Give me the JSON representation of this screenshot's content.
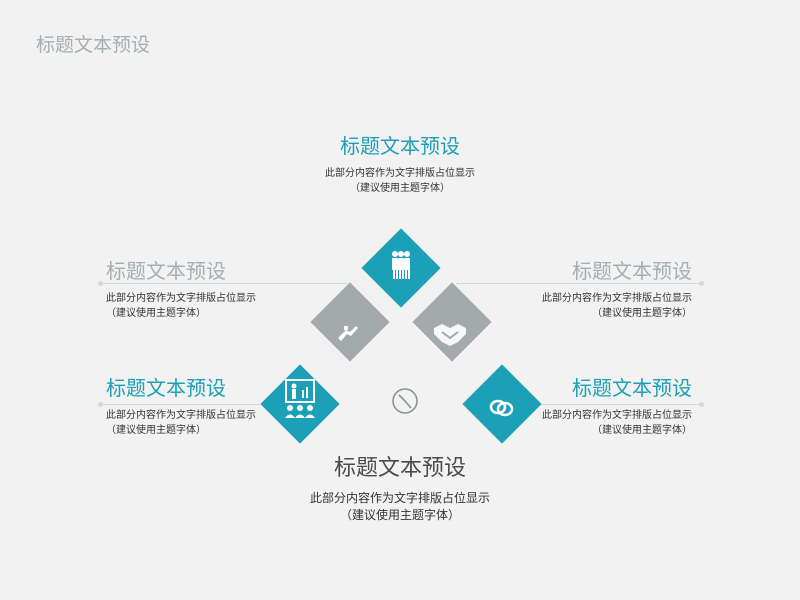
{
  "page": {
    "title": "标题文本预设"
  },
  "blocks": {
    "top": {
      "title": "标题文本预设",
      "line1": "此部分内容作为文字排版占位显示",
      "line2": "（建议使用主题字体）"
    },
    "left_upper": {
      "title": "标题文本预设",
      "line1": "此部分内容作为文字排版占位显示",
      "line2": "（建议使用主题字体）"
    },
    "left_lower": {
      "title": "标题文本预设",
      "line1": "此部分内容作为文字排版占位显示",
      "line2": "（建议使用主题字体）"
    },
    "right_upper": {
      "title": "标题文本预设",
      "line1": "此部分内容作为文字排版占位显示",
      "line2": "（建议使用主题字体）"
    },
    "right_lower": {
      "title": "标题文本预设",
      "line1": "此部分内容作为文字排版占位显示",
      "line2": "（建议使用主题字体）"
    },
    "bottom": {
      "title": "标题文本预设",
      "line1": "此部分内容作为文字排版占位显示",
      "line2": "（建议使用主题字体）"
    }
  },
  "colors": {
    "teal": "#1ba0b8",
    "grey": "#a3aaac",
    "light_title": "#a6aeb2",
    "line": "#d5d8d9"
  },
  "icons": [
    "people-icon",
    "hand-holding-icon",
    "handshake-icon",
    "presentation-icon",
    "chat-icon",
    "clock-icon"
  ]
}
